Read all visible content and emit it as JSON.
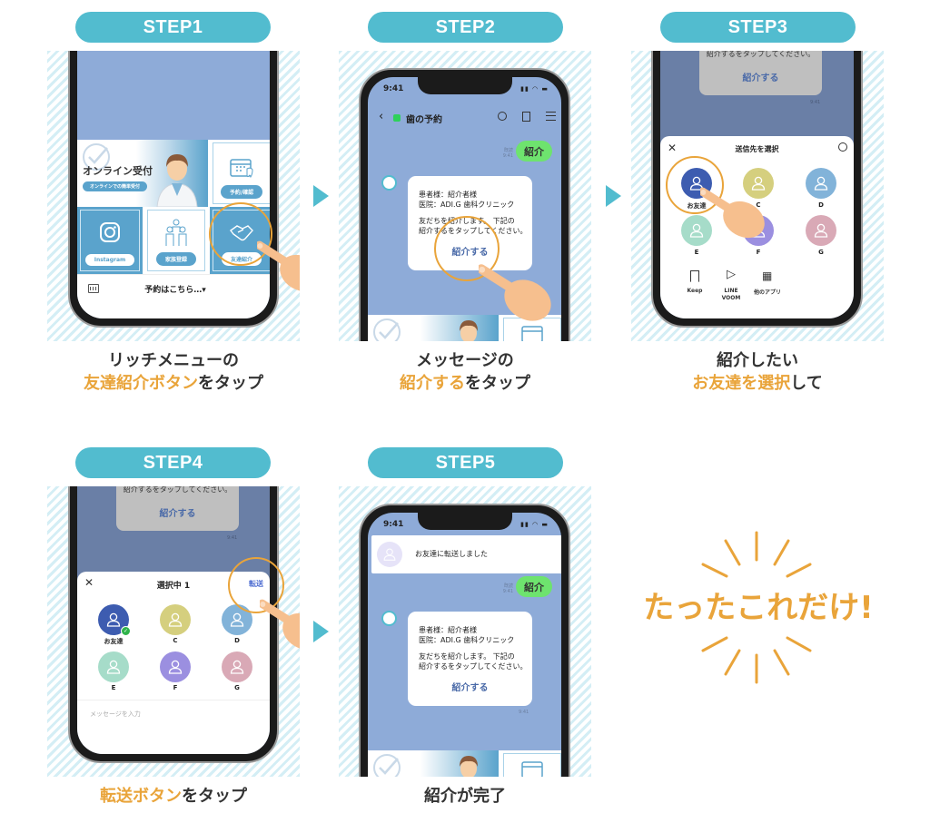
{
  "steps": [
    {
      "label": "STEP1",
      "caption_line1": "リッチメニューの",
      "caption_highlight": "友達紹介ボタン",
      "caption_rest": "をタップ"
    },
    {
      "label": "STEP2",
      "caption_line1": "メッセージの",
      "caption_highlight": "紹介する",
      "caption_rest": "をタップ"
    },
    {
      "label": "STEP3",
      "caption_line1": "紹介したい",
      "caption_highlight": "お友達を選択",
      "caption_rest": "して"
    },
    {
      "label": "STEP4",
      "caption_highlight": "転送ボタン",
      "caption_rest": "をタップ"
    },
    {
      "label": "STEP5",
      "caption_rest": "紹介が完了"
    }
  ],
  "rich_menu": {
    "title": "オンライン受付",
    "subtitle": "オンラインでの簡単受付",
    "reserve": "予約/確認",
    "instagram": "Instagram",
    "family": "家族登録",
    "referral": "友達紹介",
    "bar_label": "予約はこちら…▾"
  },
  "chat": {
    "time": "9:41",
    "title": "歯の予約",
    "sent": "紹介",
    "read": "既読",
    "msg_line1": "患者様：紹介者様",
    "msg_line2": "医院：ADI.G 歯科クリニック",
    "msg_line3": "友だちを紹介します。 下記の",
    "msg_line4": "紹介するをタップしてください。",
    "msg_link": "紹介する"
  },
  "share": {
    "title": "送信先を選択",
    "contacts": [
      "お友達",
      "C",
      "D",
      "E",
      "F",
      "G"
    ],
    "options": [
      "Keep",
      "LINE\nVOOM",
      "他のアプリ"
    ]
  },
  "forward": {
    "title": "選択中 1",
    "send": "転送",
    "placeholder": "メッセージを入力"
  },
  "done": {
    "notice": "お友達に転送しました"
  },
  "closing": "たったこれだけ!",
  "colors": {
    "accent": "#52bccf",
    "highlight": "#e9a43a",
    "line_green": "#6ee36e",
    "contacts": [
      "#3d5cb0",
      "#d5cf7e",
      "#82b3d9",
      "#a6dcc9",
      "#9b8fe0",
      "#d9a9b6"
    ]
  }
}
